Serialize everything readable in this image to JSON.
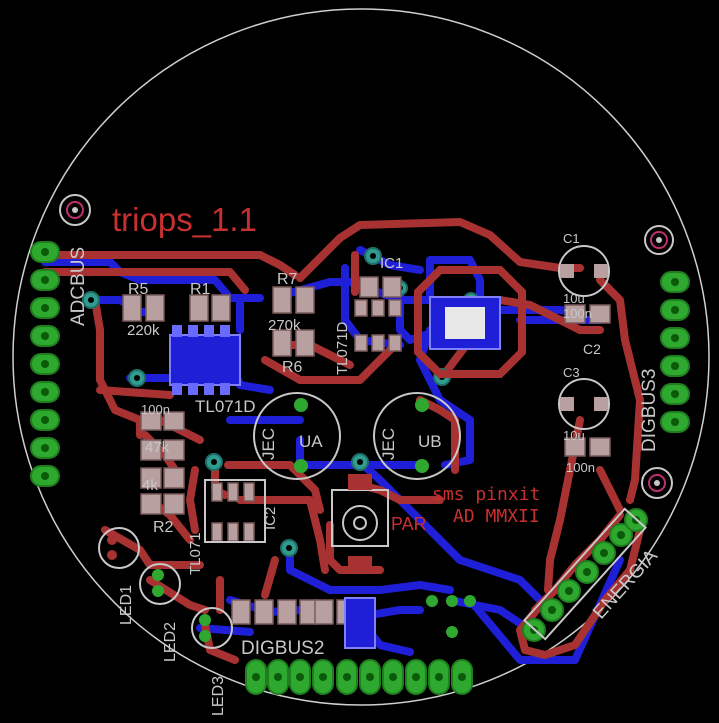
{
  "board": {
    "title": "triops_1.1",
    "credit_line1": "sms pinxit",
    "credit_line2": "AD MMXII",
    "colors": {
      "background": "#000000",
      "top_copper": "#a83232",
      "bottom_copper": "#1f1fd8",
      "silkscreen": "#c8c8c8",
      "pad": "#2fa82f",
      "via": "#2f9c8f",
      "text_red": "#c83030"
    }
  },
  "headers": {
    "adcbus": "ADCBUS",
    "digbus3": "DIGBUS3",
    "digbus2": "DIGBUS2",
    "energia": "ENERGIA"
  },
  "parts": {
    "r1": "R1",
    "r2": "R2",
    "r5": "R5",
    "r6": "R6",
    "r7": "R7",
    "c1": "C1",
    "c2": "C2",
    "c3": "C3",
    "ic1": "IC1",
    "ic2": "IC2",
    "led1": "LED1",
    "led2": "LED2",
    "led3": "LED3",
    "jeca": "JEC",
    "jeca_suffix": "UA",
    "jecb": "JEC",
    "jecb_suffix": "UB",
    "par": "PAR",
    "tl071_a": "TL071D",
    "tl071_b": "TL071D",
    "tl071_c": "TL071",
    "val_100n_a": "100n",
    "val_100n_b": "100n",
    "val_100n_c": "100n",
    "val_10u_a": "10u",
    "val_10u_b": "10u",
    "val_270k": "270k",
    "val_220k": "220k",
    "val_47k": "47k",
    "val_4k": "4k"
  }
}
